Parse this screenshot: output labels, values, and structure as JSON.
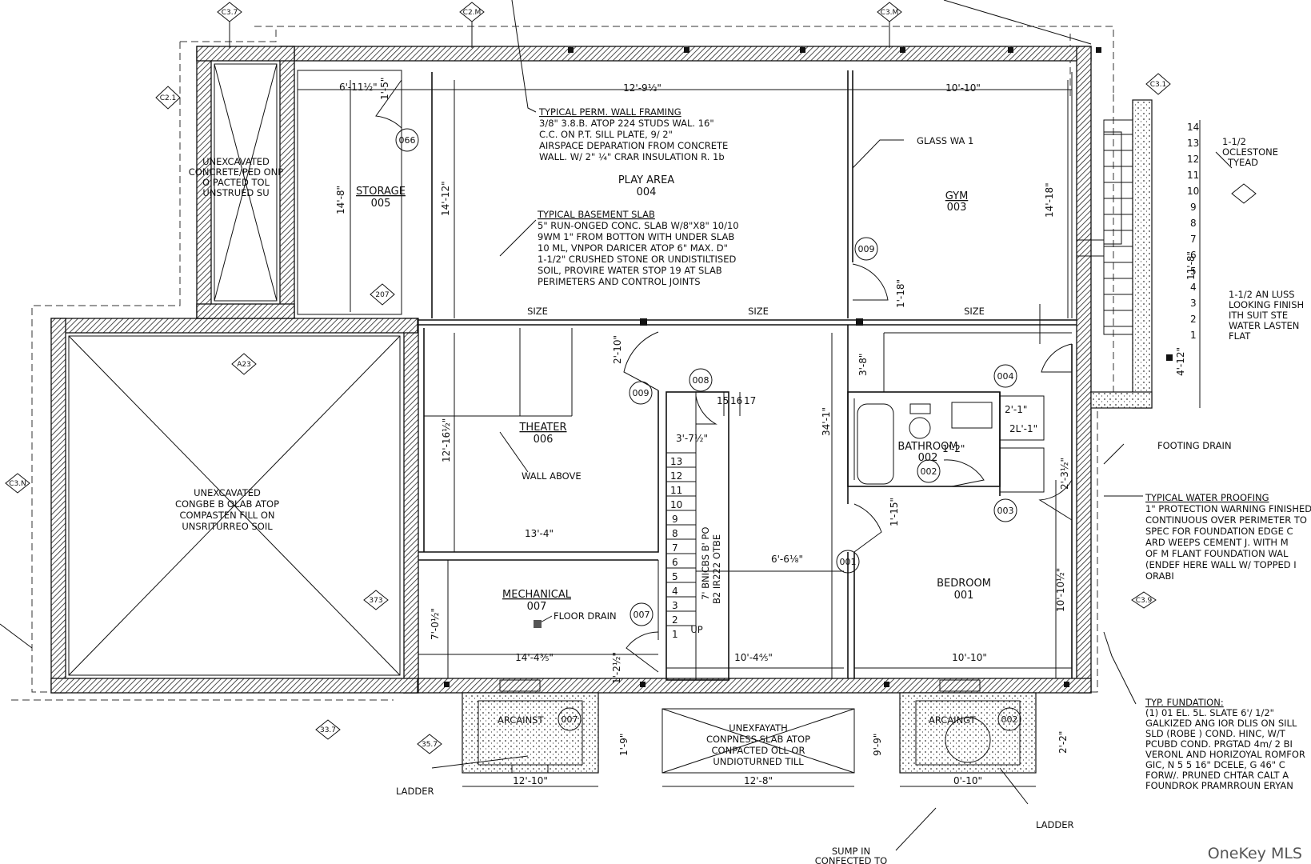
{
  "watermark": "OneKey MLS",
  "rooms": {
    "storage": {
      "name": "STORAGE",
      "num": "005"
    },
    "play": {
      "name": "PLAY AREA",
      "num": "004"
    },
    "gym": {
      "name": "GYM",
      "num": "003"
    },
    "theater": {
      "name": "THEATER",
      "num": "006"
    },
    "mechanical": {
      "name": "MECHANICAL",
      "num": "007"
    },
    "bathroom": {
      "name": "BATHROOM",
      "num": "002"
    },
    "bedroom": {
      "name": "BEDROOM",
      "num": "001"
    }
  },
  "unexcavated_top": [
    "UNEXCAVATED",
    "CONCRETE/PED ONP",
    "O PACTED TOL",
    "UNSTRUED SU"
  ],
  "unexcavated_left": [
    "UNEXCAVATED",
    "CONGBE B OLAB ATOP",
    "COMPASTEN FILL ON",
    "UNSRITURREO SOIL"
  ],
  "unexcavated_bottom": [
    "UNEXFAYATH",
    "CONPNESS SLAB ATOP",
    "CONPACTED OLL OR",
    "UNDIOTURNED TILL"
  ],
  "note_wall": {
    "title": "TYPICAL PERM. WALL FRAMING",
    "lines": [
      "3/8\" 3.8.B. ATOP 224 STUDS WAL. 16\"",
      "C.C. ON P.T. SILL PLATE, 9/ 2\"",
      "AIRSPACE DEPARATION FROM CONCRETE",
      "WALL. W/ 2\" ¼\" CRAR INSULATION R. 1b"
    ]
  },
  "note_slab": {
    "title": "TYPICAL BASEMENT SLAB",
    "lines": [
      "5\" RUN-ONGED CONC. SLAB W/8\"X8\" 10/10",
      "9WM 1\" FROM BOTTON WITH UNDER SLAB",
      "10 ML, VNPOR DARICER ATOP 6\" MAX. D\"",
      "1-1/2\" CRUSHED STONE OR UNDISTILTISED",
      "SOIL, PROVIRE WATER STOP 19 AT SLAB",
      "PERIMETERS AND CONTROL JOINTS"
    ]
  },
  "note_waterproof": {
    "title": "TYPICAL WATER PROOFING",
    "lines": [
      "1\" PROTECTION WARNING FINISHED",
      "CONTINUOUS OVER PERIMETER TO",
      "SPEC FOR FOUNDATION EDGE C",
      "ARD WEEPS CEMENT J. WITH M",
      "OF M FLANT FOUNDATION WAL",
      "(ENDEF HERE WALL W/ TOPPED I",
      "ORABI"
    ]
  },
  "note_foundation": {
    "title": "TYP. FUNDATION:",
    "lines": [
      "(1) 01 EL. 5L. SLATE 6'/ 1/2\"",
      "GALKIZED ANG IOR DLIS ON SILL",
      "SLD (ROBE ) COND. HINC, W/T",
      "PCUBD COND. PRGTAD 4m/ 2 BI",
      "VERONL AND HORIZOYAL ROMFOR",
      "GIC, N 5 5 16\" DCELE, G 46\" C",
      "FORW/. PRUNED CHTAR CALT A",
      "FOUNDROK PRAMRROUN ERYAN"
    ]
  },
  "note_stoop": [
    "1-1/2 AN LUSS",
    "LOOKING FINISH",
    "ITH SUIT STE",
    "WATER LASTEN",
    "FLAT"
  ],
  "labels": {
    "glass_wall": "GLASS WA 1",
    "wall_above": "WALL ABOVE",
    "floor_drain": "FLOOR DRAIN",
    "footing_drain": "FOOTING DRAIN",
    "ladder_left": "LADDER",
    "ladder_right": "LADDER",
    "areaway_left": "ARCAINST",
    "areaway_right": "ARCAINGT",
    "sump_1": "SUMP IN",
    "sump_2": "CONFECTED TO",
    "stair_up": "UP",
    "colestone_1": "1-1/2",
    "colestone_2": "OCLESTONE",
    "colestone_3": "TYEAD",
    "size_1": "SIZE",
    "size_2": "SIZE",
    "size_3": "SIZE",
    "stair_note_1": "7' BNICBS B' PO",
    "stair_note_2": "B2 IR222 OTBE"
  },
  "dimensions": {
    "storage_w": "6'-11½\"",
    "storage_w2": "1'-5\"",
    "storage_h": "14'-8\"",
    "play_w": "12'-9⅓\"",
    "play_h": "14'-12\"",
    "gym_w": "10'-10\"",
    "gym_h": "14'-18\"",
    "theater_h": "12'-16½\"",
    "theater_w": "13'-4\"",
    "mech_w": "14'-4⅗\"",
    "mech_h": "7'-0½\"",
    "hall_w": "10'-4⅘\"",
    "hall_6": "6'-6⅛\"",
    "hall_h": "34'-1\"",
    "bed_w": "10'-10\"",
    "bed_h": "10'-10½\"",
    "d_2_10": "2'-10\"",
    "d_3_8": "3'-8\"",
    "d_3_7": "3'-7½\"",
    "d_1_18": "1'-18\"",
    "d_1_15": "1'-15\"",
    "d_1_2": "1'-2\"",
    "d_1_1": "2'-1\"",
    "d_2_1": "2L'-1\"",
    "d_2_3": "2'-3½\"",
    "d_1_20": "1'-2½\"",
    "aw_left_w": "12'-10\"",
    "aw_left_h": "1'-9\"",
    "aw_mid_w": "12'-8\"",
    "aw_mid_h": "9'-9\"",
    "aw_right_w": "0'-10\"",
    "aw_right_h": "2'-2\"",
    "stoop_h": "11'-8\"",
    "stoop_w": "4'-12\""
  },
  "tags": {
    "t066": "066",
    "t009a": "009",
    "t009b": "009",
    "t008": "008",
    "t007a": "007",
    "t007b": "007",
    "t004": "004",
    "t002a": "002",
    "t002b": "002",
    "t003": "003",
    "t001": "001",
    "s207": "207",
    "s207b": "A23",
    "s373": "373",
    "s337": "33.7",
    "s357": "35.7"
  },
  "sections": {
    "c37": "C3.7",
    "c2m": "C2.M",
    "c3m": "C3.M",
    "c21": "C2.1",
    "c31": "C3.1",
    "c3n": "C3.N",
    "c329": "C3.9"
  },
  "stair_main": [
    "13",
    "12",
    "11",
    "10",
    "9",
    "8",
    "7",
    "6",
    "5",
    "4",
    "3",
    "2",
    "1"
  ],
  "stair_top": [
    "15",
    "16",
    "17"
  ],
  "stair_ext": [
    "14",
    "13",
    "12",
    "11",
    "10",
    "9",
    "8",
    "7",
    "6",
    "5",
    "4",
    "3",
    "2",
    "1"
  ]
}
